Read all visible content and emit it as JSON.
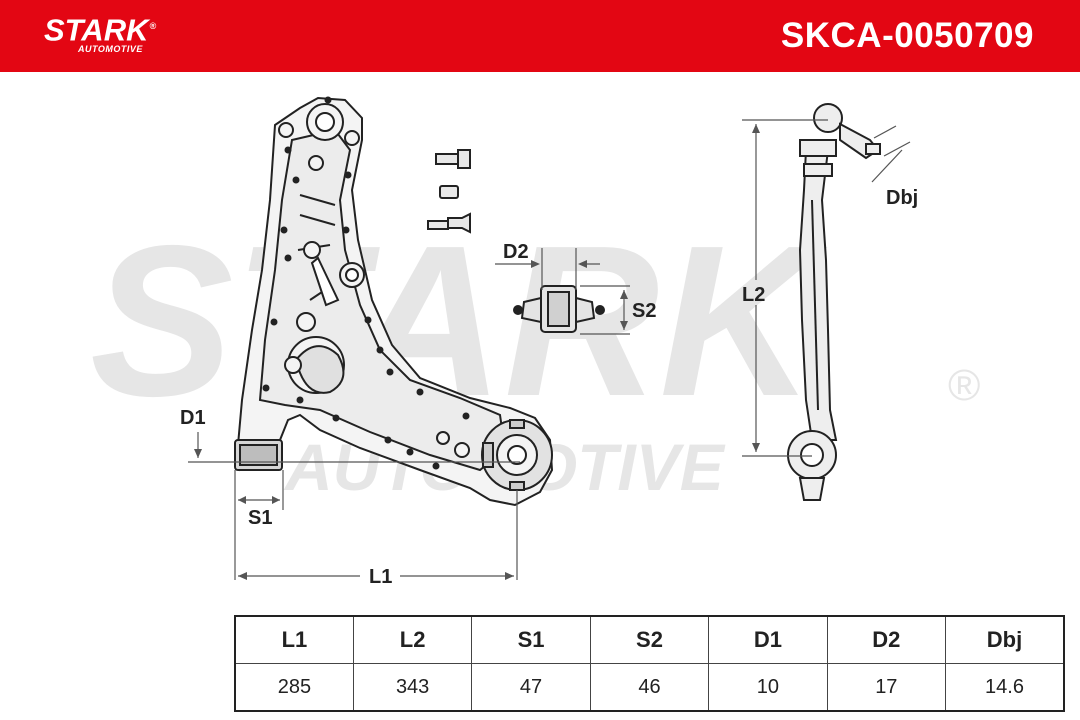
{
  "header": {
    "brand": "STARK",
    "brand_mark": "®",
    "brand_sub": "AUTOMOTIVE",
    "part_number": "SKCA-0050709",
    "color": "#e30613"
  },
  "watermark": {
    "main": "STARK",
    "sub": "AUTOMOTIVE",
    "mark": "®"
  },
  "dimension_labels": {
    "l1": "L1",
    "l2": "L2",
    "s1": "S1",
    "s2": "S2",
    "d1": "D1",
    "d2": "D2",
    "dbj": "Dbj"
  },
  "specs": {
    "headers": [
      "L1",
      "L2",
      "S1",
      "S2",
      "D1",
      "D2",
      "Dbj"
    ],
    "values": [
      "285",
      "343",
      "47",
      "46",
      "10",
      "17",
      "14.6"
    ]
  }
}
